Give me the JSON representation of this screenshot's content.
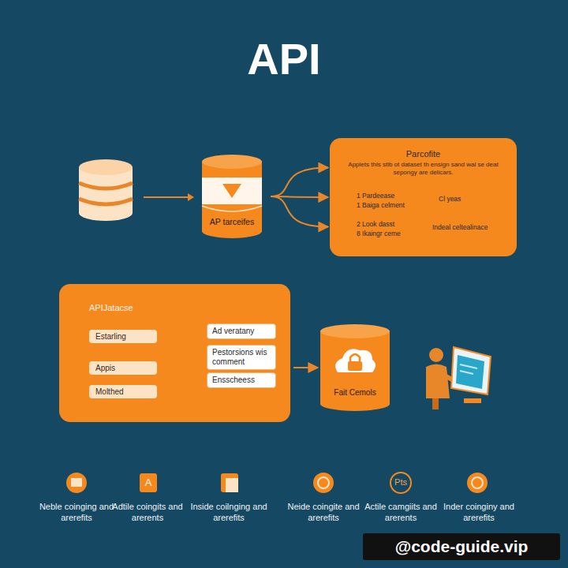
{
  "diagram": {
    "title": "API",
    "nodes": [
      {
        "text": [
          "AP tarceifes"
        ]
      },
      {
        "text": [
          "Parcofite",
          "Applets this stib ot dataset th ensign sand wal se deat sepongy are delicars.",
          "1 Pardeease",
          "1 Baiga celment",
          "2 Look dasst",
          "8 Ikaingr ceme",
          "Cl yeas",
          "Indeal celtealinace"
        ]
      },
      {
        "text": [
          "APIJatacse"
        ]
      },
      {
        "text": [
          "Estarling"
        ],
        "in": 2
      },
      {
        "text": [
          "Appis"
        ],
        "in": 2
      },
      {
        "text": [
          "Molthed"
        ],
        "in": 2
      },
      {
        "text": [
          "Ad veratany"
        ],
        "in": 2
      },
      {
        "text": [
          "Pestorsions wis comment"
        ],
        "in": 2
      },
      {
        "text": [
          "Ensscheess"
        ],
        "in": 2
      },
      {
        "text": [
          "Fait Cemols"
        ]
      }
    ],
    "edges": [
      {
        "from": 0,
        "to": 1,
        "arrow": "to"
      },
      {
        "from": 2,
        "to": 9,
        "arrow": "to"
      }
    ],
    "labels": [
      "Neble coinging and arerefits",
      "Adtile coingits and arerents",
      "Inside coilnging and arerefits",
      "Neide coingite and arerefits",
      "Actile camgiits and arerents",
      "Inder coinginy and arerefits",
      "A",
      "Pts",
      "@code-guide.vip"
    ]
  }
}
